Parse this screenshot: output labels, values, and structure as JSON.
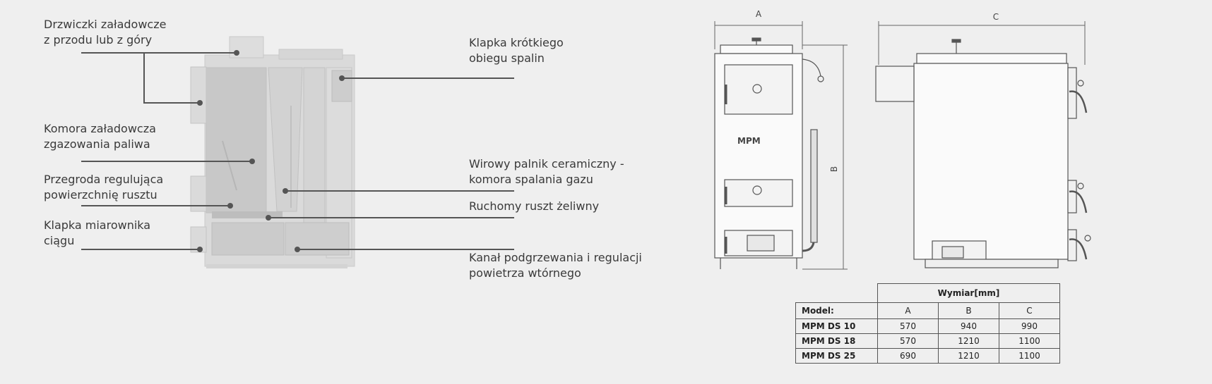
{
  "labels": {
    "left": [
      {
        "lines": [
          "Drzwiczki załadowcze",
          "z przodu lub z góry"
        ]
      },
      {
        "lines": [
          "Komora załadowcza",
          "zgazowania paliwa"
        ]
      },
      {
        "lines": [
          "Przegroda regulująca",
          "powierzchnię rusztu"
        ]
      },
      {
        "lines": [
          "Klapka miarownika",
          "ciągu"
        ]
      }
    ],
    "right": [
      {
        "lines": [
          "Klapka krótkiego",
          "obiegu spalin"
        ]
      },
      {
        "lines": [
          "Wirowy palnik ceramiczny -",
          "komora spalania gazu"
        ]
      },
      {
        "lines": [
          "Ruchomy ruszt żeliwny"
        ]
      },
      {
        "lines": [
          "Kanał podgrzewania i regulacji",
          "powietrza wtórnego"
        ]
      }
    ]
  },
  "dimensions": {
    "a": "A",
    "b": "B",
    "c": "C"
  },
  "logo_text": "MPM",
  "table": {
    "group_header": "Wymiar[mm]",
    "model_header": "Model:",
    "columns": [
      "A",
      "B",
      "C"
    ],
    "rows": [
      {
        "model": "MPM DS 10",
        "values": [
          "570",
          "940",
          "990"
        ]
      },
      {
        "model": "MPM DS 18",
        "values": [
          "570",
          "1210",
          "1100"
        ]
      },
      {
        "model": "MPM DS 25",
        "values": [
          "690",
          "1210",
          "1100"
        ]
      }
    ]
  }
}
